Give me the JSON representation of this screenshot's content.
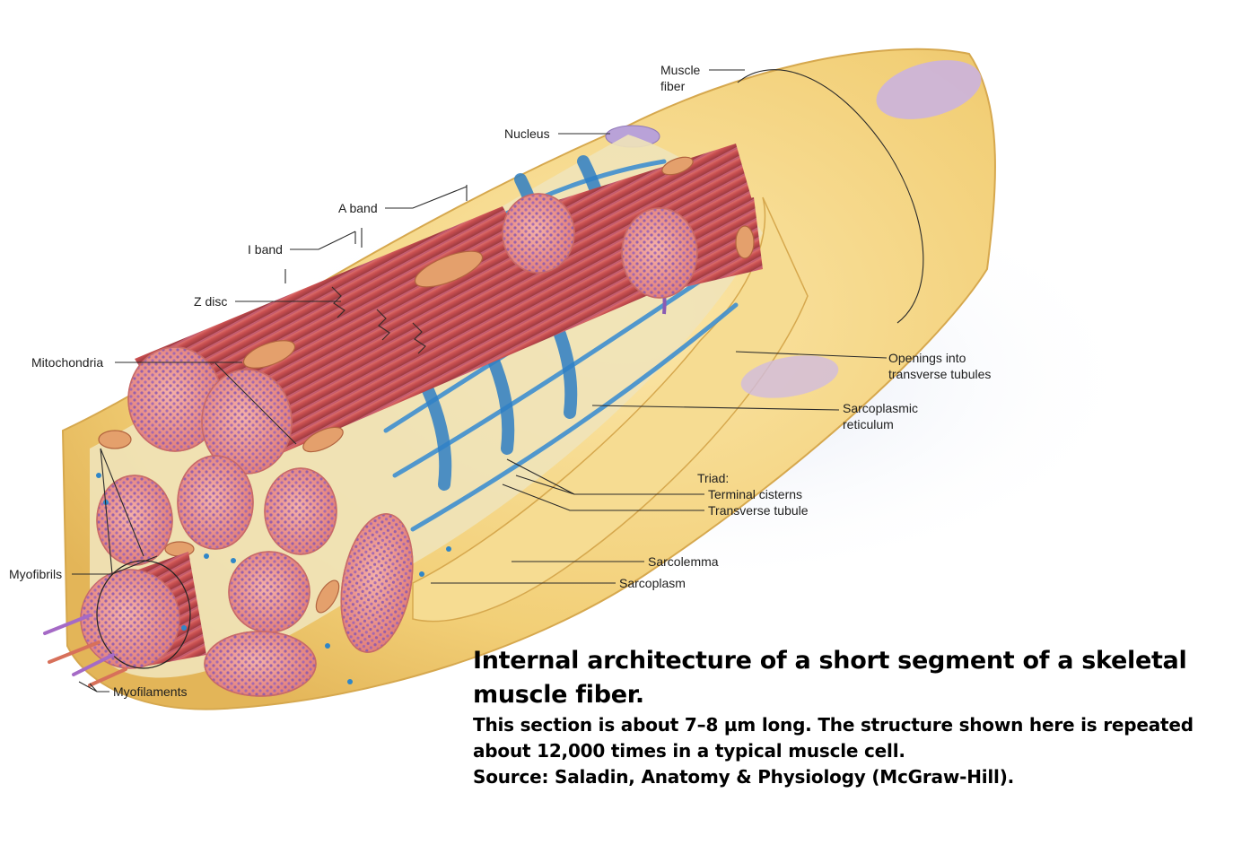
{
  "labels": {
    "muscle_fiber": [
      "Muscle",
      "fiber"
    ],
    "nucleus": "Nucleus",
    "a_band": "A band",
    "i_band": "I band",
    "z_disc": "Z disc",
    "mitochondria": "Mitochondria",
    "openings": [
      "Openings into",
      "transverse tubules"
    ],
    "sarcoplasmic_reticulum": [
      "Sarcoplasmic",
      "reticulum"
    ],
    "triad": "Triad:",
    "terminal_cisterns": "Terminal cisterns",
    "transverse_tubule": "Transverse tubule",
    "sarcolemma": "Sarcolemma",
    "sarcoplasm": "Sarcoplasm",
    "myofibrils": "Myofibrils",
    "myofilaments": "Myofilaments"
  },
  "caption": {
    "heading": [
      "Internal architecture of a short segment of a skeletal",
      "muscle fiber."
    ],
    "body": [
      "This section is about 7–8 µm long. The structure shown here is repeated",
      "about 12,000 times in a typical muscle cell.",
      "Source: Saladin, Anatomy & Physiology (McGraw-Hill)."
    ]
  },
  "colors": {
    "sarcolemma": "#f3d27c",
    "myofibril": "#d9605e",
    "myofibril_end": "#ec9b96",
    "dots": "#9a63b6",
    "sarcoplasmic_reticulum": "#3f8fd0",
    "nucleus": "#b9a2d8",
    "leader": "#2a2a2a"
  }
}
